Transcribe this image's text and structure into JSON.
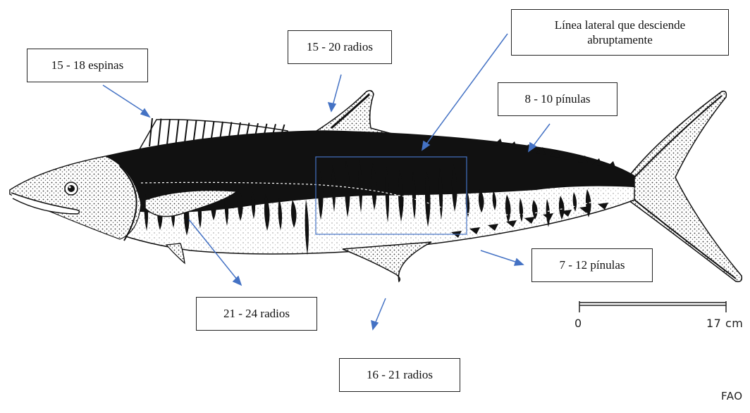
{
  "labels": {
    "dorsal_spines": "15 - 18 espinas",
    "second_dorsal_rays": "15 - 20 radios",
    "lateral_line_line1": "Línea lateral que desciende",
    "lateral_line_line2": "abruptamente",
    "dorsal_finlets": "8 - 10 pínulas",
    "anal_finlets": "7 - 12 pínulas",
    "pectoral_rays": "21 - 24 radios",
    "anal_rays": "16 - 21 radios"
  },
  "scale": {
    "start": "0",
    "end": "17 cm"
  },
  "credit": "FAO",
  "colors": {
    "arrow": "#4472c4",
    "highlight_box": "#4472c4",
    "fish_dark": "#111111",
    "fish_light": "#ffffff"
  }
}
